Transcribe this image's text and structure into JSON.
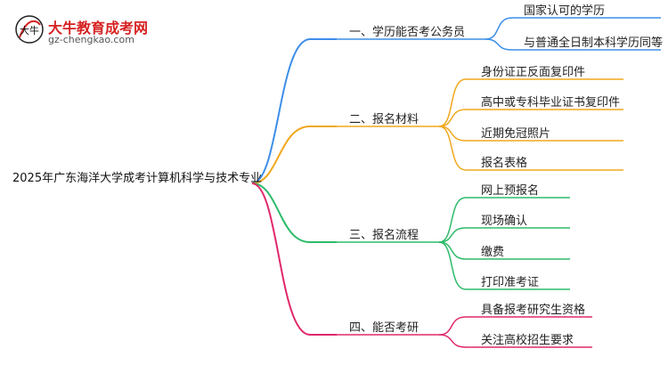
{
  "logo": {
    "title": "大牛教育成考网",
    "url": "gz-chengkao.com",
    "mark_text": "大牛"
  },
  "root": {
    "label": "2025年广东海洋大学成考计算机科学与技术专业"
  },
  "branches": [
    {
      "label": "一、学历能否考公务员",
      "color": "#3d8ee8",
      "children": [
        "国家认可的学历",
        "与普通全日制本科学历同等"
      ]
    },
    {
      "label": "二、报名材料",
      "color": "#f0a81c",
      "children": [
        "身份证正反面复印件",
        "高中或专科毕业证书复印件",
        "近期免冠照片",
        "报名表格"
      ]
    },
    {
      "label": "三、报名流程",
      "color": "#2dbb6a",
      "children": [
        "网上预报名",
        "现场确认",
        "缴费",
        "打印准考证"
      ]
    },
    {
      "label": "四、能否考研",
      "color": "#e0286b",
      "children": [
        "具备报考研究生资格",
        "关注高校招生要求"
      ]
    }
  ]
}
